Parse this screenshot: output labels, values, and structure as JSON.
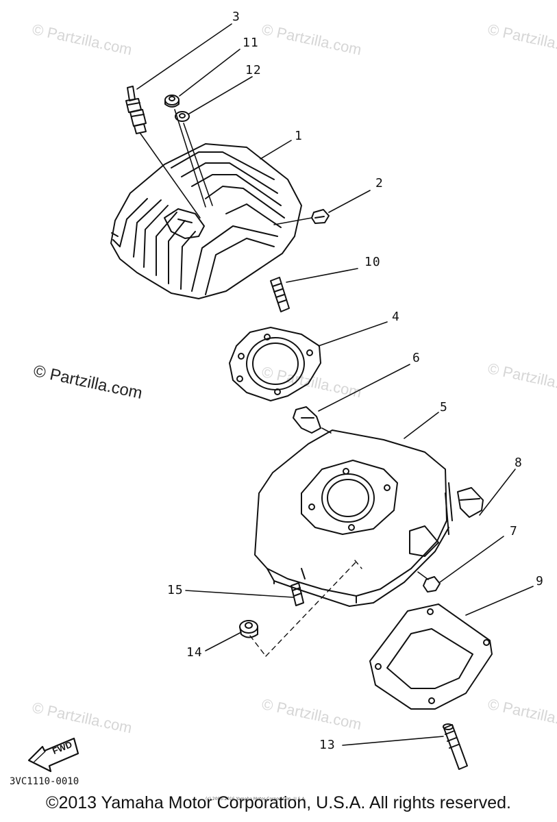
{
  "watermarks": {
    "faint": "© Partzilla.com",
    "strong": "© Partzilla.com"
  },
  "callouts": [
    {
      "id": "3",
      "label": "3"
    },
    {
      "id": "11",
      "label": "11"
    },
    {
      "id": "12",
      "label": "12"
    },
    {
      "id": "1",
      "label": "1"
    },
    {
      "id": "2",
      "label": "2"
    },
    {
      "id": "10",
      "label": "10"
    },
    {
      "id": "4",
      "label": "4"
    },
    {
      "id": "6",
      "label": "6"
    },
    {
      "id": "5",
      "label": "5"
    },
    {
      "id": "8",
      "label": "8"
    },
    {
      "id": "7",
      "label": "7"
    },
    {
      "id": "9",
      "label": "9"
    },
    {
      "id": "15",
      "label": "15"
    },
    {
      "id": "14",
      "label": "14"
    },
    {
      "id": "13",
      "label": "13"
    }
  ],
  "fwd_label": "FWD",
  "diagram_code": "3VC1110-0010",
  "fine_print": "(c) 2005-2016 Yamaha Motor Corporation, U.S.A.",
  "copyright": "©2013 Yamaha Motor Corporation, U.S.A. All rights reserved."
}
